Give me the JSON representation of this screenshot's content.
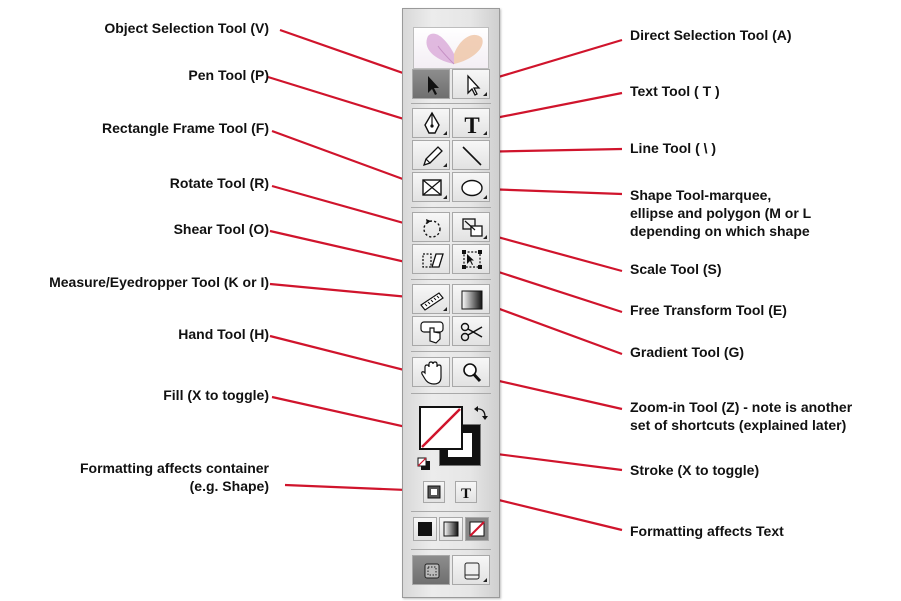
{
  "labels_left": [
    {
      "id": "object-selection",
      "text": "Object Selection Tool (V)"
    },
    {
      "id": "pen",
      "text": "Pen Tool (P)"
    },
    {
      "id": "rectangle-frame",
      "text": "Rectangle Frame Tool (F)"
    },
    {
      "id": "rotate",
      "text": "Rotate Tool (R)"
    },
    {
      "id": "shear",
      "text": "Shear Tool (O)"
    },
    {
      "id": "measure",
      "text": "Measure/Eyedropper Tool (K or I)"
    },
    {
      "id": "hand",
      "text": "Hand Tool (H)"
    },
    {
      "id": "fill",
      "text": "Fill (X to toggle)"
    },
    {
      "id": "formatting-container",
      "text": "Formatting affects container\n(e.g. Shape)"
    }
  ],
  "labels_right": [
    {
      "id": "direct-selection",
      "text": "Direct Selection Tool (A)"
    },
    {
      "id": "text",
      "text": "Text Tool ( T )"
    },
    {
      "id": "line",
      "text": "Line Tool ( \\ )"
    },
    {
      "id": "shape",
      "text": "Shape Tool-marquee,\nellipse and polygon (M or L\ndepending on which shape"
    },
    {
      "id": "scale",
      "text": "Scale Tool (S)"
    },
    {
      "id": "free-transform",
      "text": "Free Transform Tool (E)"
    },
    {
      "id": "gradient",
      "text": "Gradient Tool (G)"
    },
    {
      "id": "zoom",
      "text": "Zoom-in Tool (Z) - note is another\nset of shortcuts (explained later)"
    },
    {
      "id": "stroke",
      "text": "Stroke (X to toggle)"
    },
    {
      "id": "formatting-text",
      "text": "Formatting affects Text"
    }
  ],
  "colors": {
    "leader_line": "#d0142c",
    "label_text": "#111111",
    "toolbar_bg": "#e4e4e4",
    "active_tool": "#7a7a7a"
  },
  "icons": [
    "selection-arrow-icon",
    "direct-selection-arrow-icon",
    "pen-icon",
    "type-icon",
    "pencil-icon",
    "line-icon",
    "rectangle-frame-icon",
    "ellipse-icon",
    "rotate-icon",
    "scale-icon",
    "shear-icon",
    "free-transform-icon",
    "measure-icon",
    "gradient-icon",
    "eyedropper-hand-icon",
    "scissors-icon",
    "hand-icon",
    "zoom-icon",
    "fill-swatch-icon",
    "stroke-swatch-icon",
    "swap-arrows-icon",
    "default-colors-icon",
    "container-icon",
    "text-format-icon",
    "apply-color-icon",
    "apply-gradient-icon",
    "apply-none-icon",
    "normal-view-icon",
    "preview-view-icon",
    "butterfly-logo-icon"
  ]
}
